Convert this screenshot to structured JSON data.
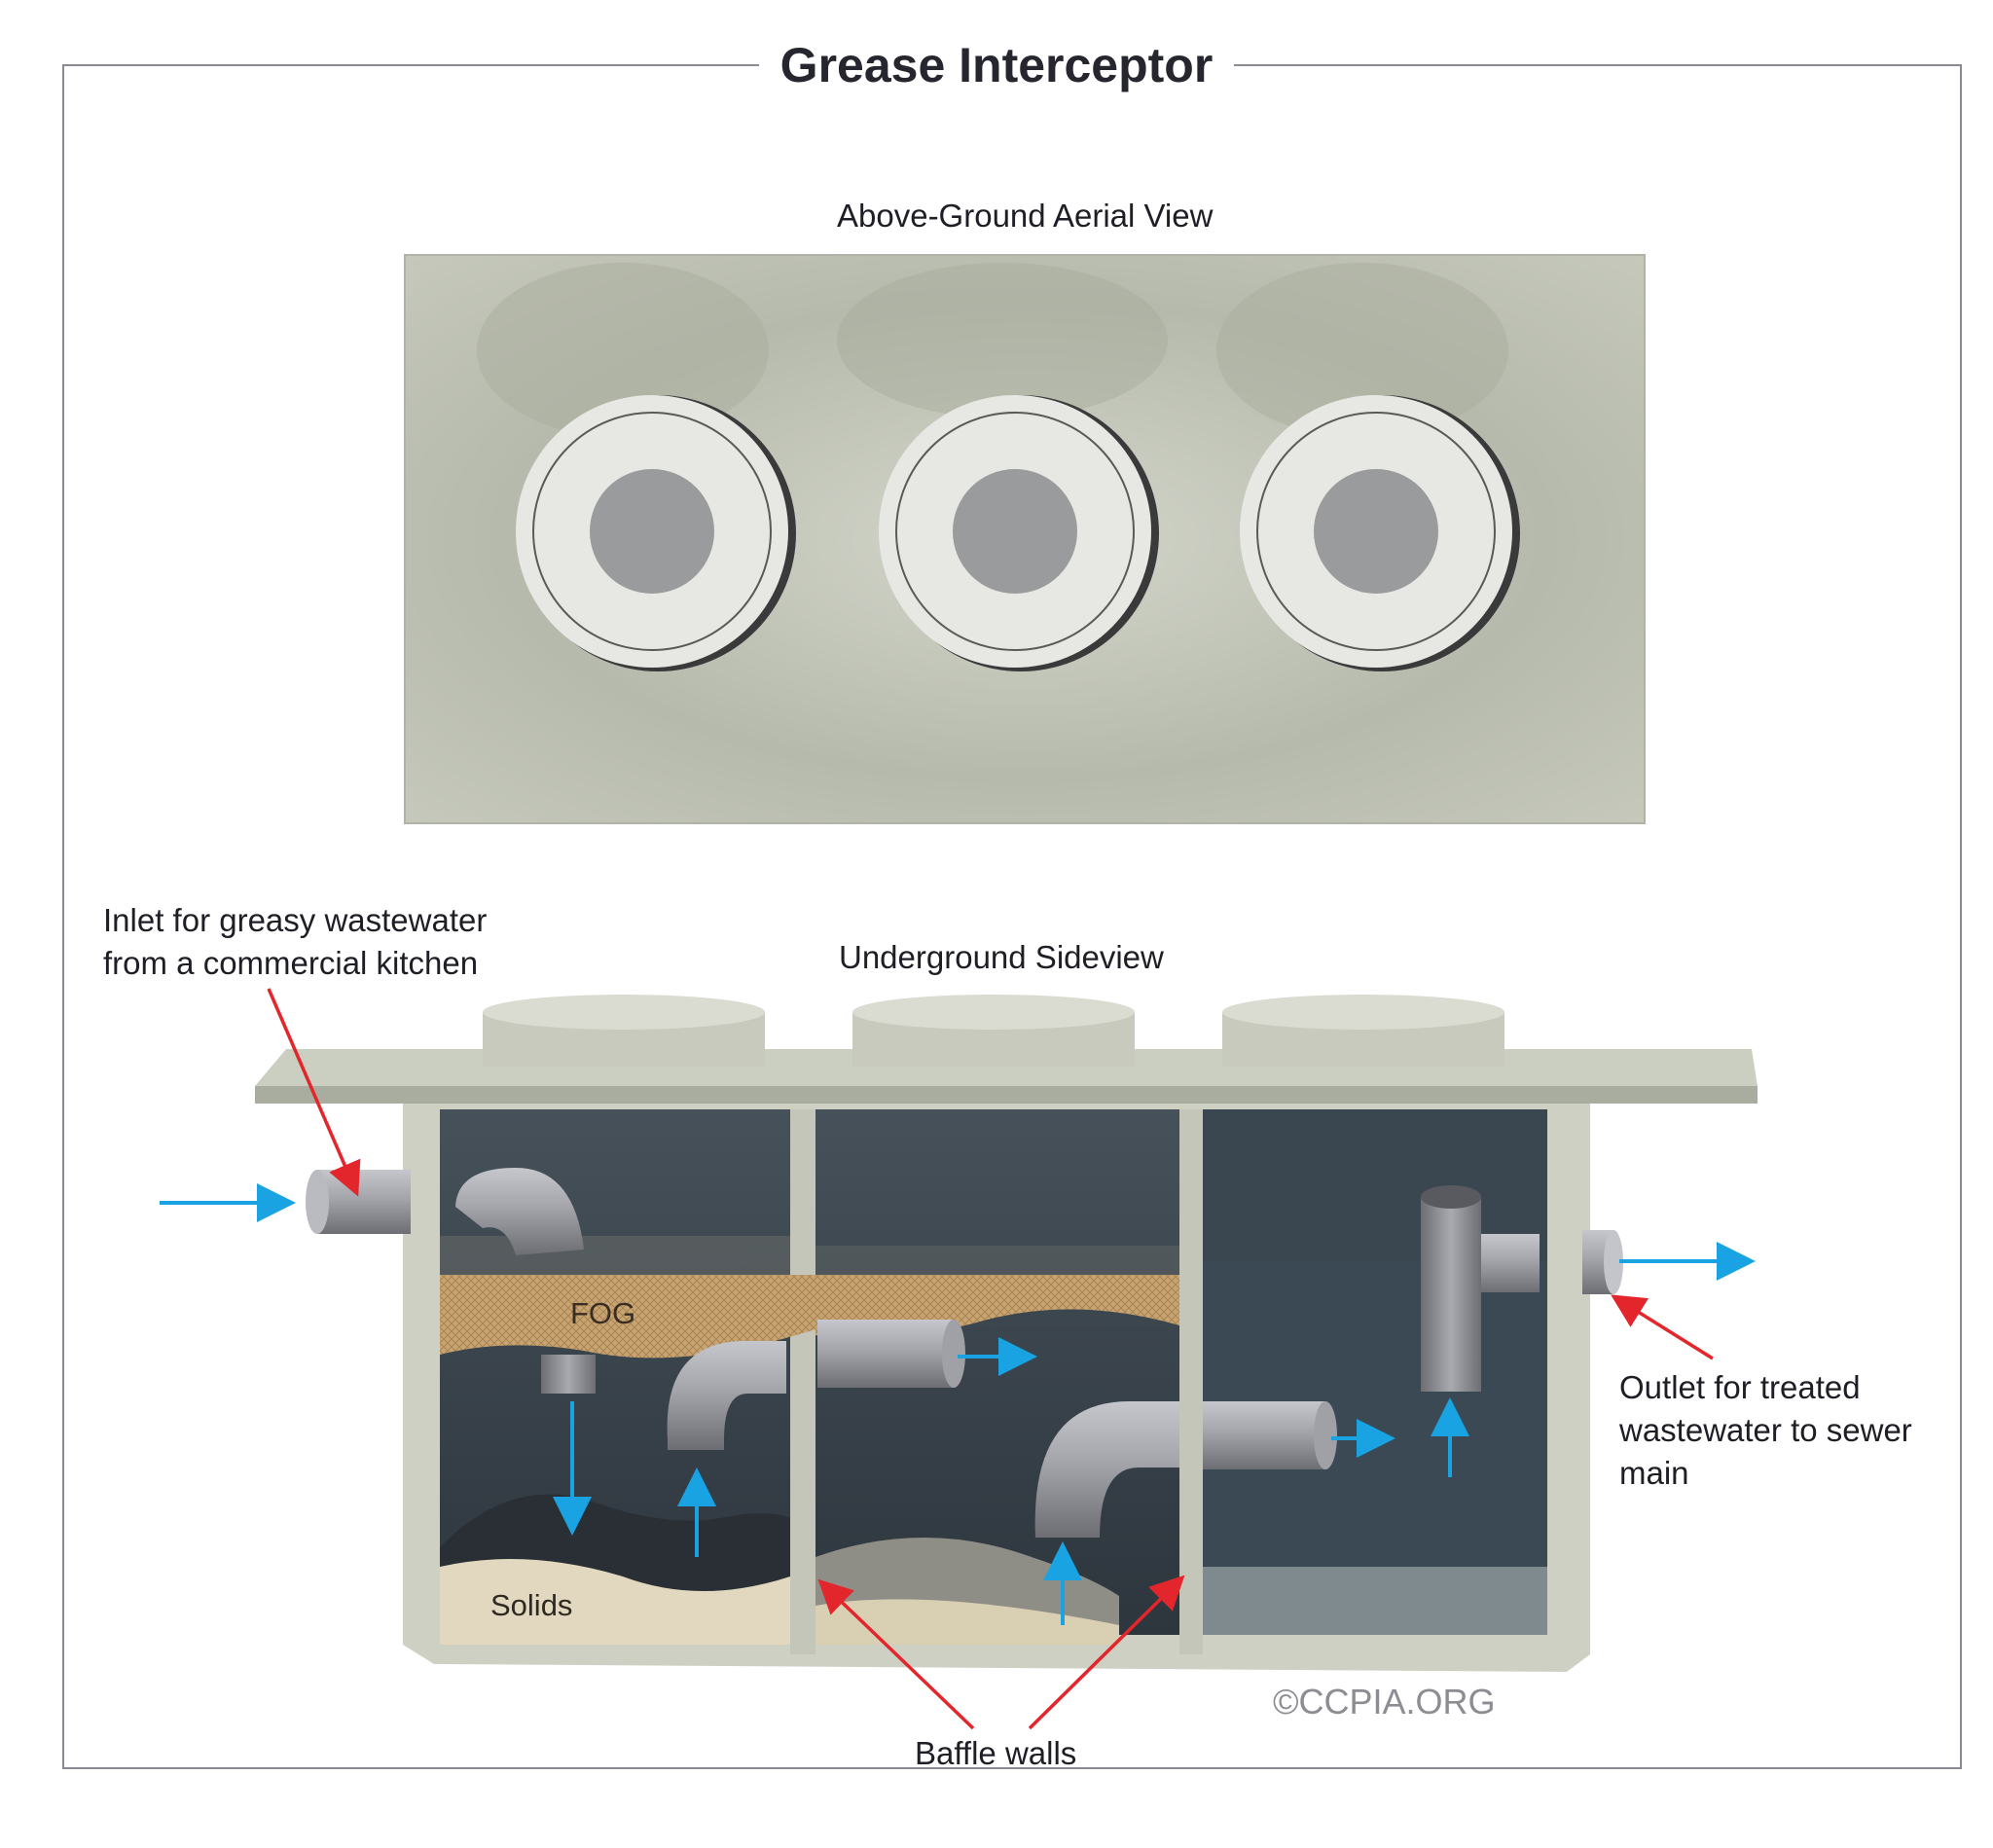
{
  "title": "Grease Interceptor",
  "aerial_view": {
    "caption": "Above-Ground Aerial View"
  },
  "side_view": {
    "caption": "Underground Sideview",
    "labels": {
      "fog": "FOG",
      "solids": "Solids"
    }
  },
  "callouts": {
    "inlet": [
      "Inlet for greasy wastewater",
      "from a commercial kitchen"
    ],
    "outlet": [
      "Outlet for treated",
      "wastewater to sewer",
      "main"
    ],
    "baffles": "Baffle walls"
  },
  "copyright": "©CCPIA.ORG",
  "colors": {
    "flow_arrow": "#1aa3e3",
    "callout_arrow": "#e3262b",
    "concrete": "#c9cbbd",
    "fog_layer": "#c4a070",
    "pipe": "#8e9096"
  }
}
